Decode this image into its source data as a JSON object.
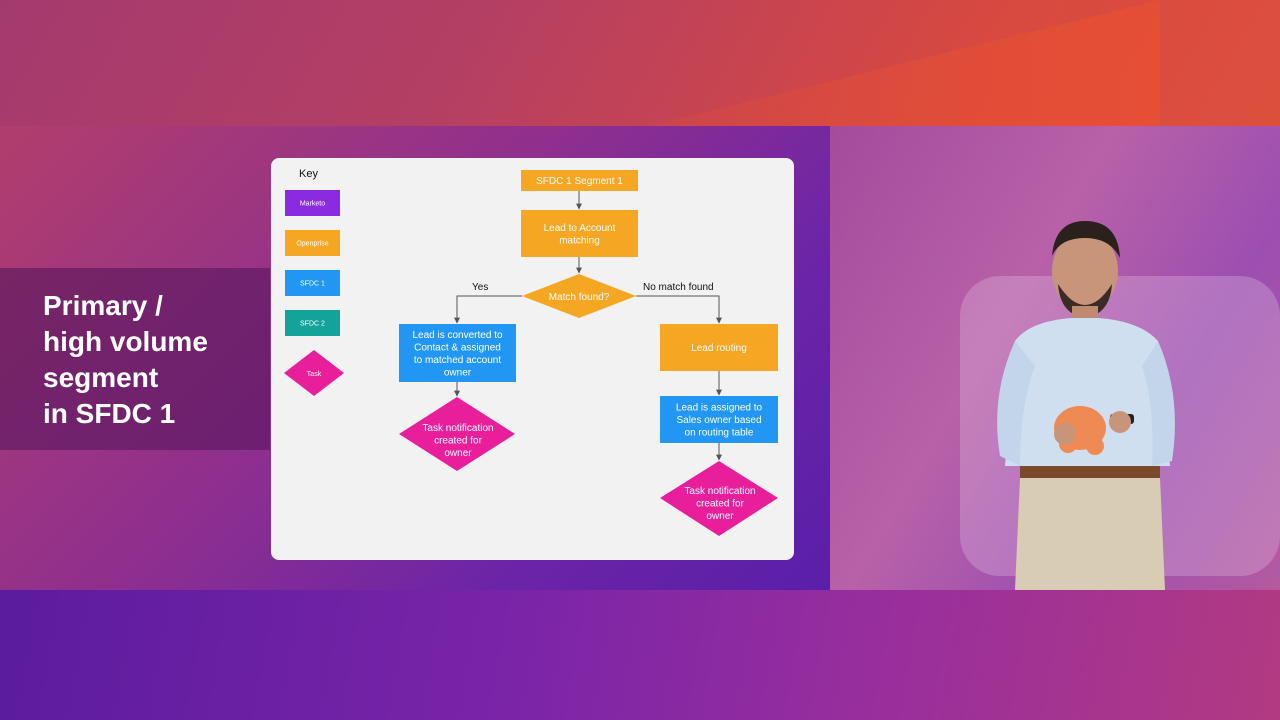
{
  "slide_title": "Primary /\nhigh volume\nsegment\nin SFDC 1",
  "colors": {
    "marketo": "#8a2be2",
    "openprise": "#f5a623",
    "sfdc1": "#2196f3",
    "sfdc2": "#14a39a",
    "task": "#e91e9b"
  },
  "key": {
    "title": "Key",
    "items": [
      "Marketo",
      "Openprise",
      "SFDC 1",
      "SFDC 2",
      "Task"
    ]
  },
  "flow": {
    "start": "SFDC 1 Segment 1",
    "matching": "Lead to Account\nmatching",
    "decision": "Match found?",
    "yes_label": "Yes",
    "no_label": "No match found",
    "converted": "Lead is converted to\nContact & assigned\nto matched account\nowner",
    "task_left": "Task notification\ncreated for\nowner",
    "lead_routing": "Lead routing",
    "assigned": "Lead is assigned to\nSales owner based\non routing table",
    "task_right": "Task notification\ncreated for\nowner"
  }
}
